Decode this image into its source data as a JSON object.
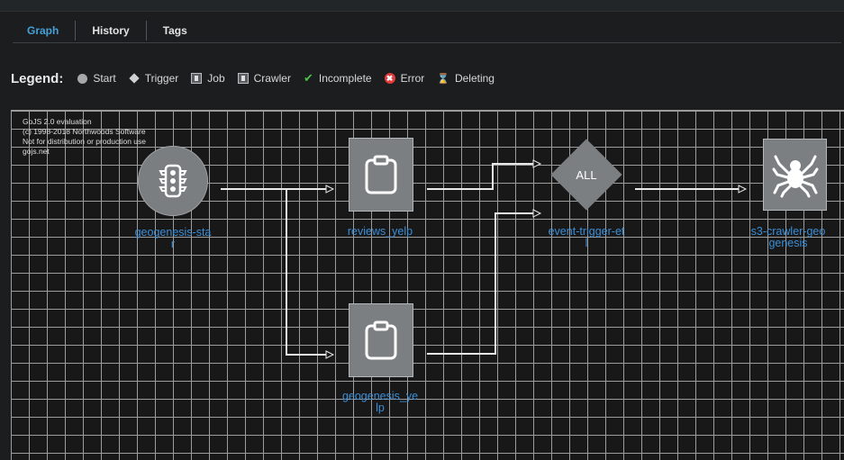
{
  "tabs": [
    {
      "label": "Graph",
      "active": true
    },
    {
      "label": "History",
      "active": false
    },
    {
      "label": "Tags",
      "active": false
    }
  ],
  "legend": {
    "title": "Legend:",
    "items": [
      {
        "label": "Start",
        "icon": "start-circle-icon"
      },
      {
        "label": "Trigger",
        "icon": "trigger-diamond-icon"
      },
      {
        "label": "Job",
        "icon": "job-icon"
      },
      {
        "label": "Crawler",
        "icon": "crawler-icon"
      },
      {
        "label": "Incomplete",
        "icon": "check-icon"
      },
      {
        "label": "Error",
        "icon": "error-icon"
      },
      {
        "label": "Deleting",
        "icon": "hourglass-icon"
      }
    ]
  },
  "watermark": {
    "line1": "GoJS 2.0 evaluation",
    "line2": "(c) 1998-2018 Northwoods Software",
    "line3": "Not for distribution or production use",
    "line4": "gojs.net"
  },
  "nodes": {
    "start": {
      "label_line1": "geogenesis-sta",
      "label_line2": "r"
    },
    "job1": {
      "label_line1": "reviews_yelp",
      "label_line2": ""
    },
    "job2": {
      "label_line1": "geogenesis_ye",
      "label_line2": "lp"
    },
    "trigger": {
      "text": "ALL",
      "label_line1": "event-trigger-et",
      "label_line2": "l"
    },
    "crawler": {
      "label_line1": "s3-crawler-geo",
      "label_line2": "genesis"
    }
  },
  "colors": {
    "accent": "#46a0d8",
    "node_label": "#3c8ed6",
    "node_fill": "#7c7f82",
    "grid": "#9c9c9c"
  }
}
